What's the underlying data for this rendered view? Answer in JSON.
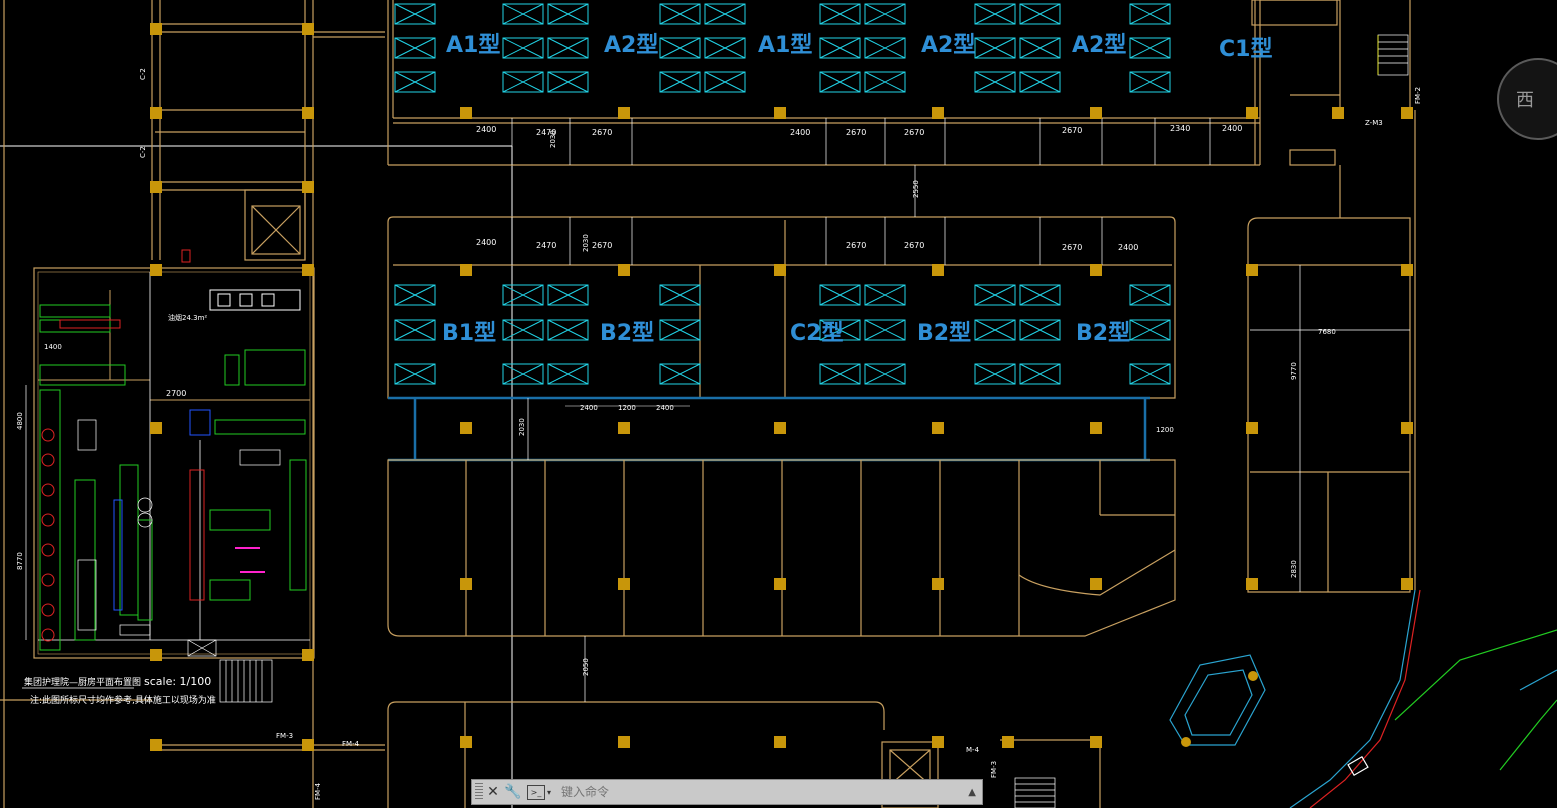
{
  "viewcube": {
    "direction": "西"
  },
  "command_line": {
    "placeholder": "键入命令",
    "close_icon": "close-icon",
    "settings_icon": "wrench-icon",
    "prompt_icon": "command-prompt-icon"
  },
  "room_types": {
    "top": [
      "A1型",
      "A2型",
      "A1型",
      "A2型",
      "A2型",
      "C1型"
    ],
    "middle": [
      "B1型",
      "B2型",
      "C2型",
      "B2型",
      "B2型"
    ]
  },
  "dimensions": {
    "top_row": [
      "2400",
      "2470",
      "2670",
      "2400",
      "2670",
      "2670",
      "2670",
      "2340",
      "2400"
    ],
    "second_row": [
      "2400",
      "2470",
      "2670",
      "2670",
      "2670",
      "2670",
      "2400"
    ],
    "corridor": [
      "2400",
      "1200",
      "2400",
      "1200"
    ],
    "vertical": [
      "2030",
      "2550",
      "2030",
      "2050",
      "2030"
    ],
    "right_block": [
      "7680",
      "9770",
      "2830"
    ],
    "left_plan": [
      "2700",
      "1400",
      "4800",
      "8770"
    ],
    "left_area": "油烟24.3m²"
  },
  "axis_labels": [
    "C-2",
    "C-2",
    "FM-2",
    "FM-3",
    "FM-4",
    "M-4",
    "FM-3",
    "FM-4",
    "Z-M3"
  ],
  "plan_note": {
    "title": "集团护理院—厨房平面布置图",
    "scale": "scale: 1/100",
    "remark": "注:此图所标尺寸均作参考,具体施工以现场为准"
  },
  "colors": {
    "background": "#000000",
    "wall": "#c8a060",
    "column": "#c8960a",
    "furniture": "#22d3e6",
    "label": "#2f8fd6",
    "corridor": "#1a6fa8",
    "green": "#22cc22"
  }
}
